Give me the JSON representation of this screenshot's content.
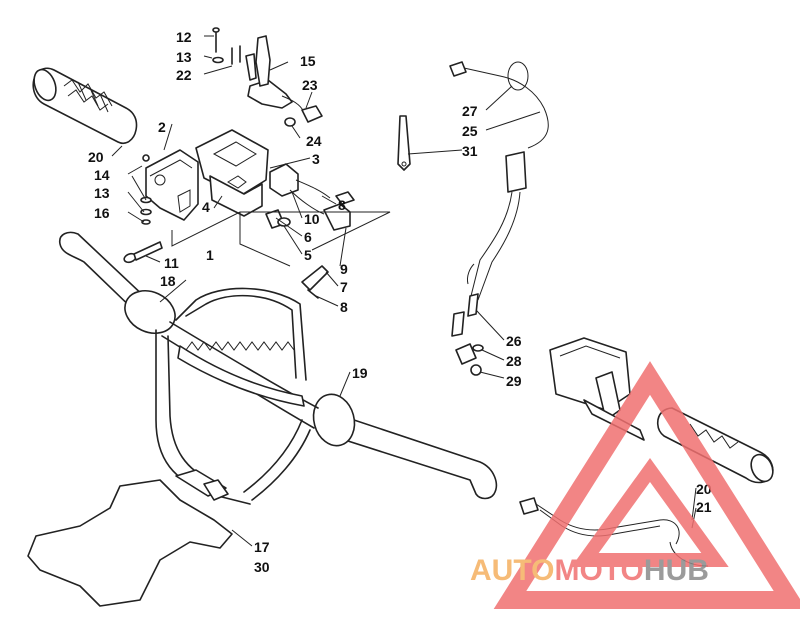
{
  "callouts": [
    {
      "id": "c12",
      "label": "12"
    },
    {
      "id": "c13a",
      "label": "13"
    },
    {
      "id": "c22",
      "label": "22"
    },
    {
      "id": "c15",
      "label": "15"
    },
    {
      "id": "c23",
      "label": "23"
    },
    {
      "id": "c24",
      "label": "24"
    },
    {
      "id": "c2",
      "label": "2"
    },
    {
      "id": "c3",
      "label": "3"
    },
    {
      "id": "c20a",
      "label": "20"
    },
    {
      "id": "c14",
      "label": "14"
    },
    {
      "id": "c13b",
      "label": "13"
    },
    {
      "id": "c16",
      "label": "16"
    },
    {
      "id": "c4",
      "label": "4"
    },
    {
      "id": "c8a",
      "label": "8"
    },
    {
      "id": "c10",
      "label": "10"
    },
    {
      "id": "c6",
      "label": "6"
    },
    {
      "id": "c5",
      "label": "5"
    },
    {
      "id": "c1",
      "label": "1"
    },
    {
      "id": "c11",
      "label": "11"
    },
    {
      "id": "c18",
      "label": "18"
    },
    {
      "id": "c9",
      "label": "9"
    },
    {
      "id": "c7",
      "label": "7"
    },
    {
      "id": "c8b",
      "label": "8"
    },
    {
      "id": "c27",
      "label": "27"
    },
    {
      "id": "c25",
      "label": "25"
    },
    {
      "id": "c31",
      "label": "31"
    },
    {
      "id": "c26",
      "label": "26"
    },
    {
      "id": "c28",
      "label": "28"
    },
    {
      "id": "c29",
      "label": "29"
    },
    {
      "id": "c19",
      "label": "19"
    },
    {
      "id": "c20b",
      "label": "20"
    },
    {
      "id": "c21",
      "label": "21"
    },
    {
      "id": "c17",
      "label": "17"
    },
    {
      "id": "c30",
      "label": "30"
    }
  ],
  "watermark": {
    "part1": "AUTO",
    "part2": "MOTO",
    "part3": "HUB",
    "color_red": "#f07070",
    "color_gray": "#8a8a8a",
    "color_orange": "#f5b060"
  }
}
